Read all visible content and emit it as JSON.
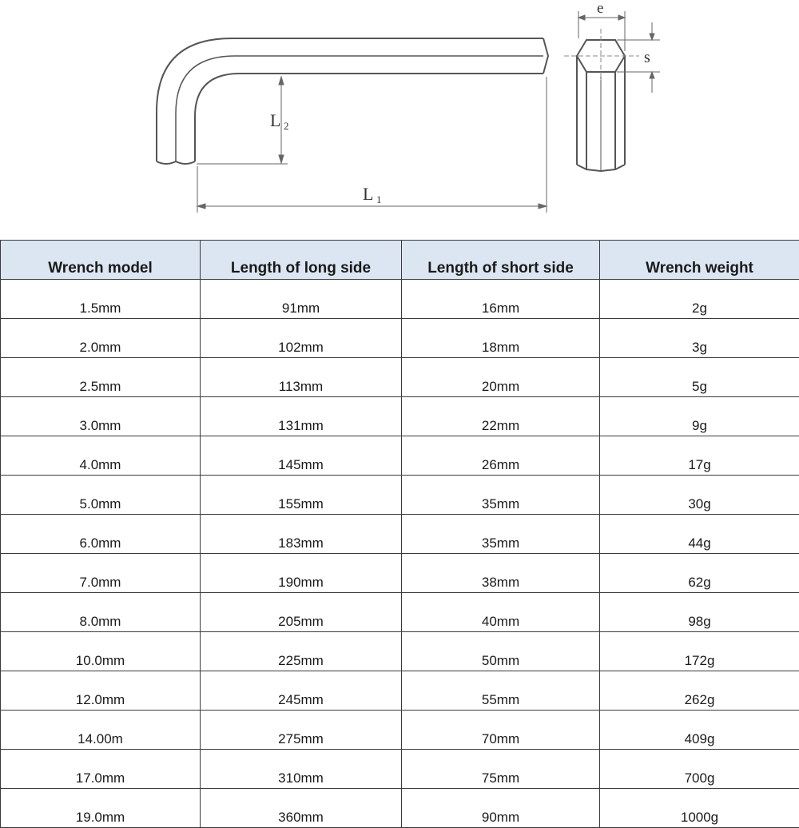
{
  "diagram": {
    "labels": {
      "l1": "L",
      "l1_sub": "1",
      "l2": "L",
      "l2_sub": "2",
      "e": "e",
      "s": "s"
    }
  },
  "table": {
    "headers": [
      "Wrench model",
      "Length of long side",
      "Length of short side",
      "Wrench weight"
    ],
    "rows": [
      [
        "1.5mm",
        "91mm",
        "16mm",
        "2g"
      ],
      [
        "2.0mm",
        "102mm",
        "18mm",
        "3g"
      ],
      [
        "2.5mm",
        "113mm",
        "20mm",
        "5g"
      ],
      [
        "3.0mm",
        "131mm",
        "22mm",
        "9g"
      ],
      [
        "4.0mm",
        "145mm",
        "26mm",
        "17g"
      ],
      [
        "5.0mm",
        "155mm",
        "35mm",
        "30g"
      ],
      [
        "6.0mm",
        "183mm",
        "35mm",
        "44g"
      ],
      [
        "7.0mm",
        "190mm",
        "38mm",
        "62g"
      ],
      [
        "8.0mm",
        "205mm",
        "40mm",
        "98g"
      ],
      [
        "10.0mm",
        "225mm",
        "50mm",
        "172g"
      ],
      [
        "12.0mm",
        "245mm",
        "55mm",
        "262g"
      ],
      [
        "14.00m",
        "275mm",
        "70mm",
        "409g"
      ],
      [
        "17.0mm",
        "310mm",
        "75mm",
        "700g"
      ],
      [
        "19.0mm",
        "360mm",
        "90mm",
        "1000g"
      ]
    ]
  }
}
